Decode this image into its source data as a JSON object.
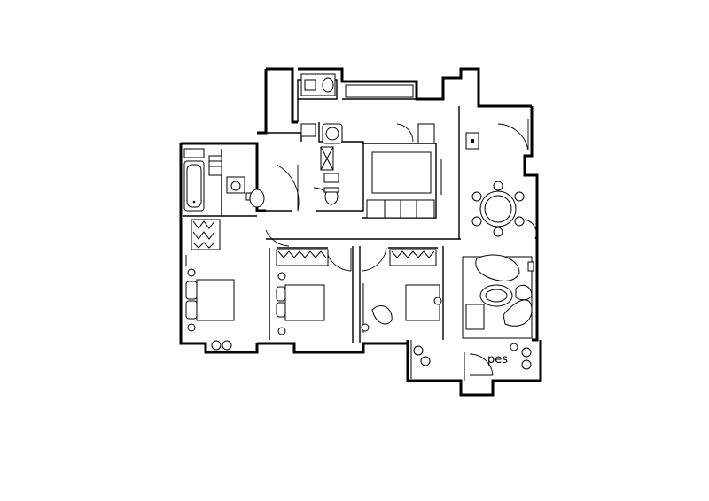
{
  "plan": {
    "labels": {
      "pes": "pes"
    },
    "colors": {
      "line": "#000000",
      "background": "#ffffff"
    },
    "rooms": [
      "master-bedroom",
      "bedroom-2",
      "bedroom-3",
      "living-room",
      "dining-area",
      "kitchen",
      "bathroom-1",
      "bathroom-2",
      "utility-room",
      "pes-patio"
    ]
  }
}
